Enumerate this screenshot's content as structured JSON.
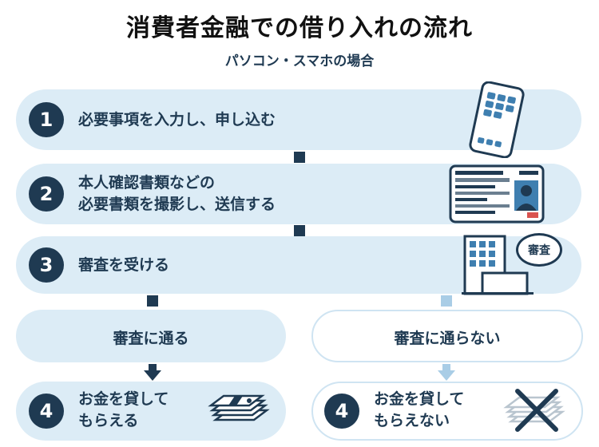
{
  "title": "消費者金融での借り入れの流れ",
  "subtitle": "パソコン・スマホの場合",
  "steps": [
    {
      "number": "1",
      "text": "必要事項を入力し、申し込む"
    },
    {
      "number": "2",
      "line1": "本人確認書類などの",
      "line2": "必要書類を撮影し、送信する"
    },
    {
      "number": "3",
      "text": "審査を受ける"
    }
  ],
  "branches": {
    "pass": {
      "label": "審査に通る",
      "number": "4",
      "line1": "お金を貸して",
      "line2": "もらえる"
    },
    "fail": {
      "label": "審査に通らない",
      "number": "4",
      "line1": "お金を貸して",
      "line2": "もらえない"
    }
  },
  "speech_bubble": "審査",
  "colors": {
    "dark": "#1f3a52",
    "pill": "#dcecf6",
    "light_accent": "#a9cde6",
    "cross": "#1f3a52"
  }
}
